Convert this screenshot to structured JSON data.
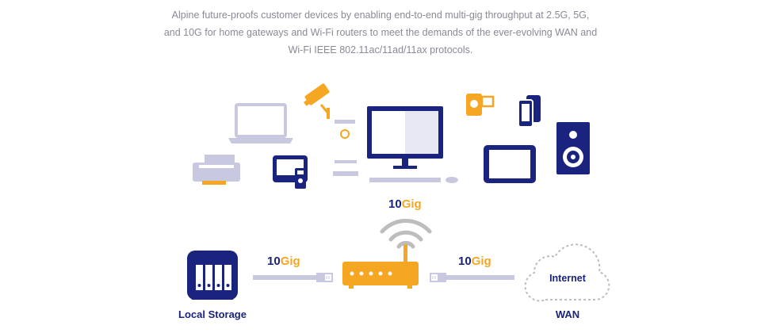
{
  "intro": {
    "line1": "Alpine future-proofs customer devices by enabling end-to-end multi-gig throughput at 2.5G, 5G,",
    "line2": "and 10G for home gateways and Wi-Fi routers to meet the demands of the ever-evolving WAN and",
    "line3": "Wi-Fi IEEE 802.11ac/11ad/11ax protocols."
  },
  "links": {
    "wifi": {
      "speed": "10",
      "unit": "Gig"
    },
    "storage": {
      "speed": "10",
      "unit": "Gig"
    },
    "wan": {
      "speed": "10",
      "unit": "Gig"
    }
  },
  "nodes": {
    "storage_label": "Local Storage",
    "cloud_label": "Internet",
    "wan_label": "WAN"
  },
  "colors": {
    "navy": "#1a237e",
    "gold": "#f5a623",
    "lavender": "#c8c8e0",
    "gray": "#bdbdbd",
    "text_gray": "#8a8a96"
  },
  "icons": [
    "laptop-icon",
    "printer-icon",
    "security-camera-icon",
    "tablet-remote-icon",
    "desktop-computer-icon",
    "camcorder-icon",
    "smartphones-icon",
    "tablet-icon",
    "speaker-icon",
    "nas-storage-icon",
    "wifi-router-icon",
    "cloud-icon"
  ]
}
